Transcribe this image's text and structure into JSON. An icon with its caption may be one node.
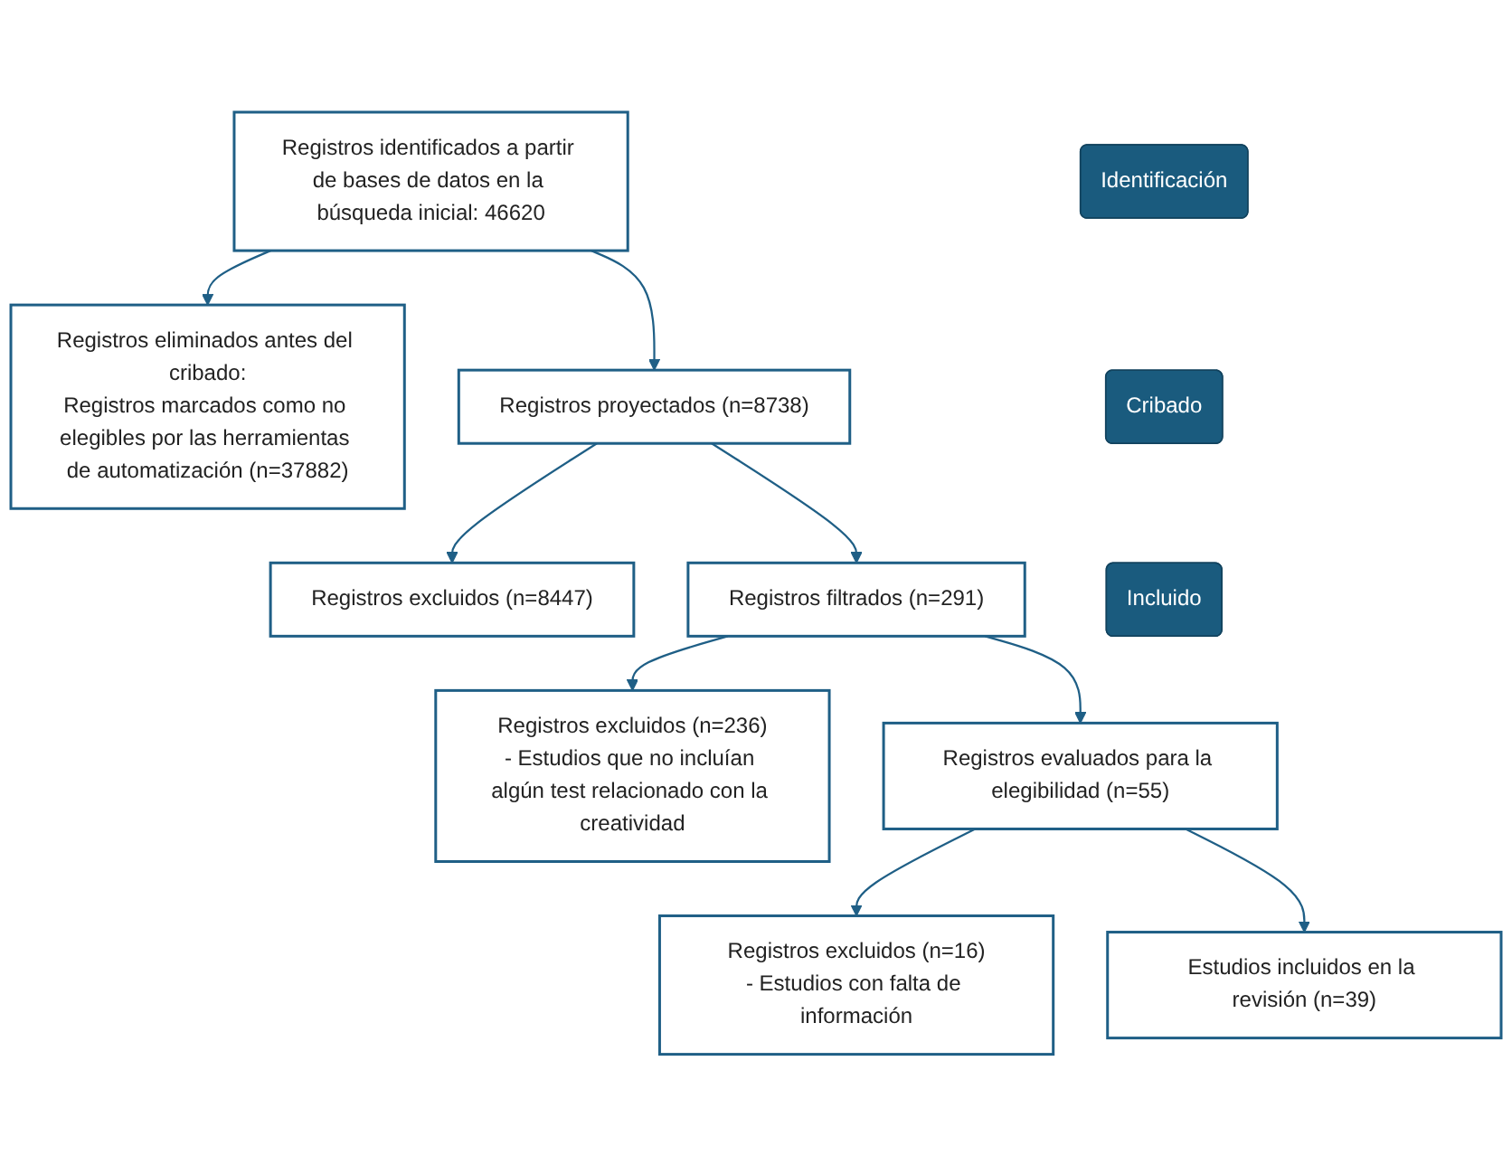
{
  "diagram": {
    "nodes": [
      {
        "text": [
          "Identificación"
        ]
      },
      {
        "text": [
          "Registros identificados a partir de bases de datos en la búsqueda inicial: 46620"
        ]
      },
      {
        "text": [
          "Registros eliminados antes del cribado:",
          "Registros marcados como no elegibles por las herramientas de automatización (n=37882)"
        ]
      },
      {
        "text": [
          "Cribado"
        ]
      },
      {
        "text": [
          "Registros proyectados (n=8738)"
        ]
      },
      {
        "text": [
          "Registros excluidos (n=8447)"
        ]
      },
      {
        "text": [
          "Registros filtrados (n=291)"
        ]
      },
      {
        "text": [
          "Registros excluidos (n=236)",
          "- Estudios que no incluían algún test relacionado con la creatividad"
        ]
      },
      {
        "text": [
          "Registros evaluados para la elegibilidad (n=55)"
        ]
      },
      {
        "text": [
          "Registros excluidos (n=16)",
          "- Estudios con falta de información"
        ]
      },
      {
        "text": [
          "Incluido"
        ]
      },
      {
        "text": [
          "Estudios incluidos en la revisión (n=39)"
        ]
      }
    ],
    "edges": [
      {
        "from": 1,
        "to": 2,
        "arrow": "to"
      },
      {
        "from": 1,
        "to": 4,
        "arrow": "to"
      },
      {
        "from": 4,
        "to": 5,
        "arrow": "to"
      },
      {
        "from": 4,
        "to": 6,
        "arrow": "to"
      },
      {
        "from": 6,
        "to": 7,
        "arrow": "to"
      },
      {
        "from": 6,
        "to": 8,
        "arrow": "to"
      },
      {
        "from": 8,
        "to": 9,
        "arrow": "to"
      },
      {
        "from": 8,
        "to": 11,
        "arrow": "to"
      }
    ]
  }
}
